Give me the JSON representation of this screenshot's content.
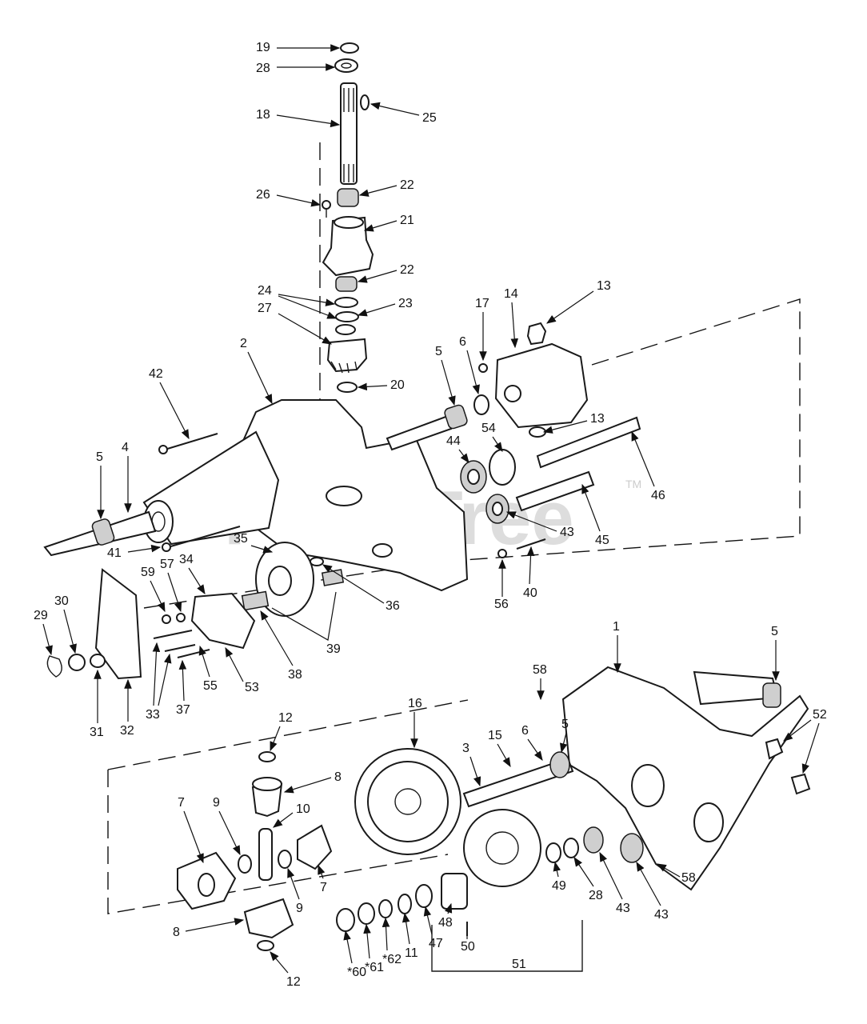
{
  "watermark": {
    "text": "PartsTree",
    "tm": "TM"
  },
  "parts": [
    {
      "id": "p19",
      "label": "19"
    },
    {
      "id": "p28a",
      "label": "28"
    },
    {
      "id": "p25",
      "label": "25"
    },
    {
      "id": "p18",
      "label": "18"
    },
    {
      "id": "p26",
      "label": "26"
    },
    {
      "id": "p22a",
      "label": "22"
    },
    {
      "id": "p21",
      "label": "21"
    },
    {
      "id": "p22b",
      "label": "22"
    },
    {
      "id": "p24",
      "label": "24"
    },
    {
      "id": "p23",
      "label": "23"
    },
    {
      "id": "p27",
      "label": "27"
    },
    {
      "id": "p13a",
      "label": "13"
    },
    {
      "id": "p14",
      "label": "14"
    },
    {
      "id": "p17",
      "label": "17"
    },
    {
      "id": "p6a",
      "label": "6"
    },
    {
      "id": "p5a",
      "label": "5"
    },
    {
      "id": "p2",
      "label": "2"
    },
    {
      "id": "p42",
      "label": "42"
    },
    {
      "id": "p20",
      "label": "20"
    },
    {
      "id": "p13b",
      "label": "13"
    },
    {
      "id": "p46",
      "label": "46"
    },
    {
      "id": "p44",
      "label": "44"
    },
    {
      "id": "p54",
      "label": "54"
    },
    {
      "id": "p5b",
      "label": "5"
    },
    {
      "id": "p4",
      "label": "4"
    },
    {
      "id": "p43a",
      "label": "43"
    },
    {
      "id": "p45",
      "label": "45"
    },
    {
      "id": "p41",
      "label": "41"
    },
    {
      "id": "p35",
      "label": "35"
    },
    {
      "id": "p34",
      "label": "34"
    },
    {
      "id": "p57",
      "label": "57"
    },
    {
      "id": "p59",
      "label": "59"
    },
    {
      "id": "p30",
      "label": "30"
    },
    {
      "id": "p29",
      "label": "29"
    },
    {
      "id": "p36",
      "label": "36"
    },
    {
      "id": "p56",
      "label": "56"
    },
    {
      "id": "p40",
      "label": "40"
    },
    {
      "id": "p39",
      "label": "39"
    },
    {
      "id": "p38",
      "label": "38"
    },
    {
      "id": "p55",
      "label": "55"
    },
    {
      "id": "p53",
      "label": "53"
    },
    {
      "id": "p33",
      "label": "33"
    },
    {
      "id": "p37",
      "label": "37"
    },
    {
      "id": "p31",
      "label": "31"
    },
    {
      "id": "p32",
      "label": "32"
    },
    {
      "id": "p1",
      "label": "1"
    },
    {
      "id": "p5c",
      "label": "5"
    },
    {
      "id": "p58a",
      "label": "58"
    },
    {
      "id": "p12a",
      "label": "12"
    },
    {
      "id": "p16",
      "label": "16"
    },
    {
      "id": "p52",
      "label": "52"
    },
    {
      "id": "p15",
      "label": "15"
    },
    {
      "id": "p6b",
      "label": "6"
    },
    {
      "id": "p5d",
      "label": "5"
    },
    {
      "id": "p3",
      "label": "3"
    },
    {
      "id": "p8a",
      "label": "8"
    },
    {
      "id": "p7a",
      "label": "7"
    },
    {
      "id": "p9a",
      "label": "9"
    },
    {
      "id": "p10",
      "label": "10"
    },
    {
      "id": "p7b",
      "label": "7"
    },
    {
      "id": "p9b",
      "label": "9"
    },
    {
      "id": "p58b",
      "label": "58"
    },
    {
      "id": "p43b",
      "label": "43"
    },
    {
      "id": "p43c",
      "label": "43"
    },
    {
      "id": "p28b",
      "label": "28"
    },
    {
      "id": "p49",
      "label": "49"
    },
    {
      "id": "p48",
      "label": "48"
    },
    {
      "id": "p47",
      "label": "47"
    },
    {
      "id": "p11",
      "label": "11"
    },
    {
      "id": "p62",
      "label": "*62"
    },
    {
      "id": "p61",
      "label": "*61"
    },
    {
      "id": "p60",
      "label": "*60"
    },
    {
      "id": "p8b",
      "label": "8"
    },
    {
      "id": "p12b",
      "label": "12"
    },
    {
      "id": "p50",
      "label": "50"
    },
    {
      "id": "p51",
      "label": "51"
    }
  ]
}
